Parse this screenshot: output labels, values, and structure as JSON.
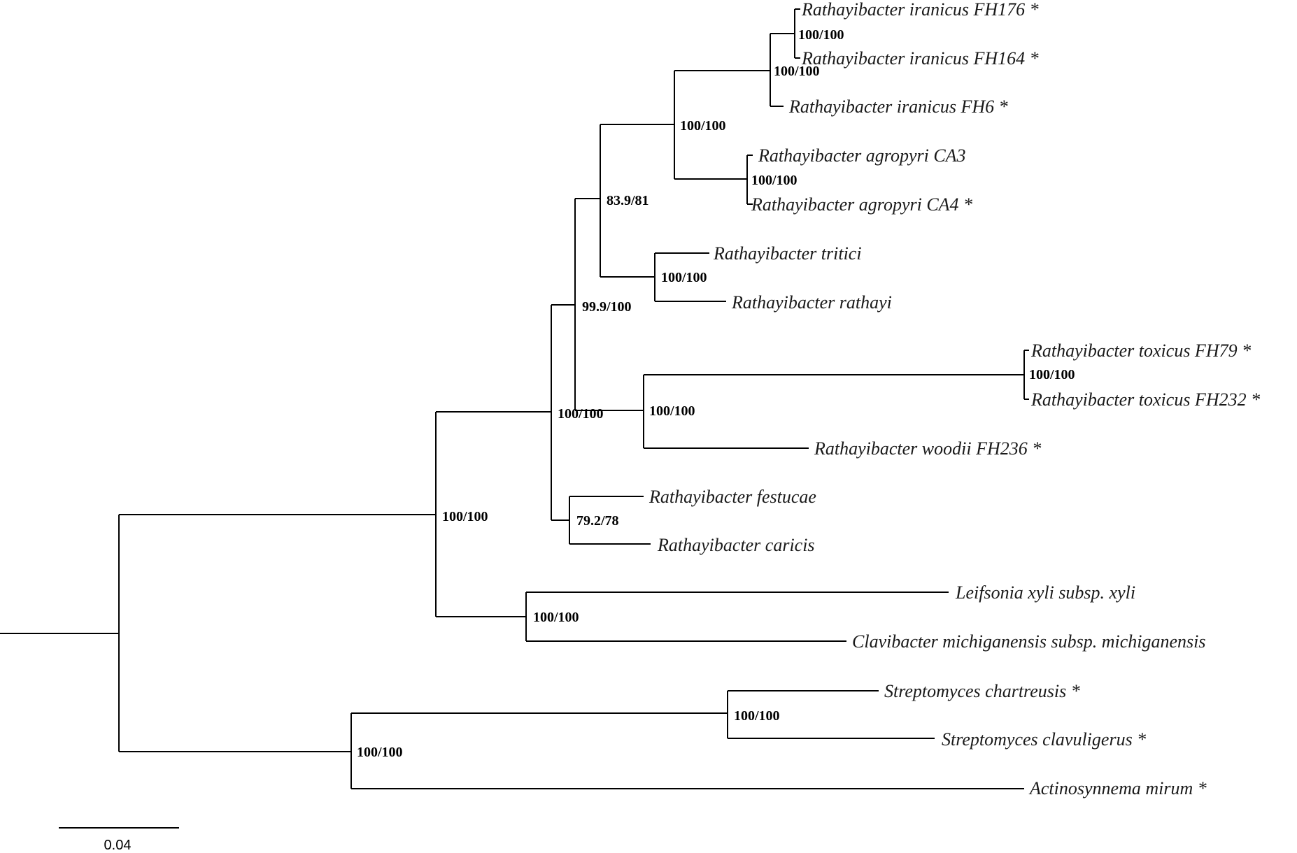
{
  "tree": {
    "taxa": [
      {
        "id": "t1",
        "label": "Rathayibacter iranicus FH176 *"
      },
      {
        "id": "t2",
        "label": "Rathayibacter iranicus FH164 *"
      },
      {
        "id": "t3",
        "label": "Rathayibacter iranicus FH6 *"
      },
      {
        "id": "t4",
        "label": "Rathayibacter agropyri CA3"
      },
      {
        "id": "t5",
        "label": "Rathayibacter agropyri CA4 *"
      },
      {
        "id": "t6",
        "label": "Rathayibacter tritici"
      },
      {
        "id": "t7",
        "label": "Rathayibacter rathayi"
      },
      {
        "id": "t8",
        "label": "Rathayibacter toxicus FH79 *"
      },
      {
        "id": "t9",
        "label": "Rathayibacter toxicus FH232 *"
      },
      {
        "id": "t10",
        "label": "Rathayibacter woodii FH236 *"
      },
      {
        "id": "t11",
        "label": "Rathayibacter festucae"
      },
      {
        "id": "t12",
        "label": "Rathayibacter caricis"
      },
      {
        "id": "t13",
        "label": "Leifsonia xyli subsp. xyli"
      },
      {
        "id": "t14",
        "label": "Clavibacter michiganensis subsp. michiganensis"
      },
      {
        "id": "t15",
        "label": "Streptomyces chartreusis *"
      },
      {
        "id": "t16",
        "label": "Streptomyces clavuligerus *"
      },
      {
        "id": "t17",
        "label": "Actinosynnema mirum *"
      }
    ],
    "support_values": [
      {
        "node": "n_ir12",
        "label": "100/100"
      },
      {
        "node": "n_ir",
        "label": "100/100"
      },
      {
        "node": "n_iragr",
        "label": "100/100"
      },
      {
        "node": "n_agr",
        "label": "100/100"
      },
      {
        "node": "n_a",
        "label": "83.9/81"
      },
      {
        "node": "n_tr",
        "label": "100/100"
      },
      {
        "node": "n_b",
        "label": "99.9/100"
      },
      {
        "node": "n_tox",
        "label": "100/100"
      },
      {
        "node": "n_tw",
        "label": "100/100"
      },
      {
        "node": "n_c",
        "label": "100/100"
      },
      {
        "node": "n_fc",
        "label": "79.2/78"
      },
      {
        "node": "n_rath",
        "label": "100/100"
      },
      {
        "node": "n_lc",
        "label": "100/100"
      },
      {
        "node": "n_strep",
        "label": "100/100"
      },
      {
        "node": "n_out",
        "label": "100/100"
      }
    ]
  },
  "scale_bar": {
    "label": "0.04",
    "branch_length": 0.04
  }
}
